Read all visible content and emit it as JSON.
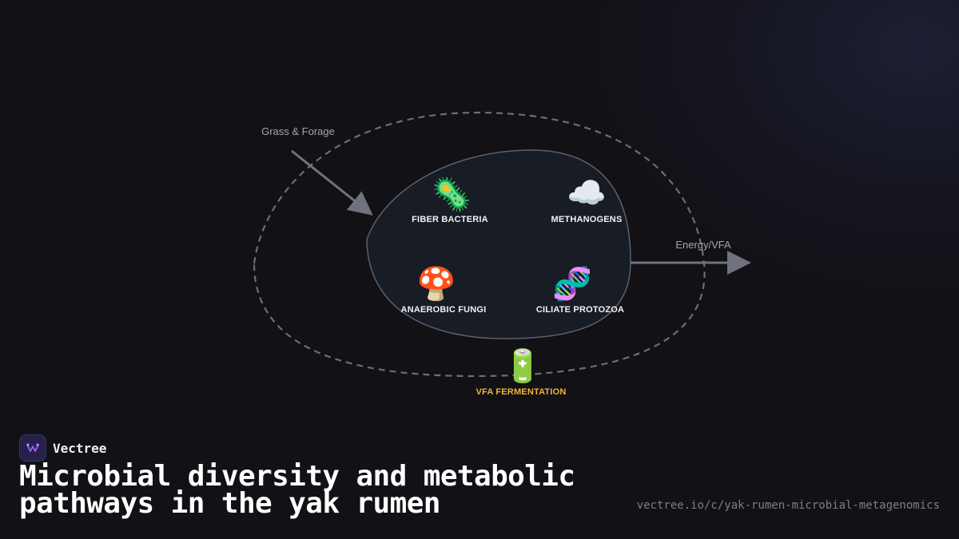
{
  "diagram": {
    "inputs": {
      "left_label": "Grass & Forage"
    },
    "outputs": {
      "right_label": "Energy/VFA"
    },
    "nodes": [
      {
        "label": "FIBER BACTERIA",
        "icon": "microbe-icon",
        "glyph": "🦠"
      },
      {
        "label": "METHANOGENS",
        "icon": "cloud-icon",
        "glyph": "☁️"
      },
      {
        "label": "ANAEROBIC FUNGI",
        "icon": "mushroom-icon",
        "glyph": "🍄"
      },
      {
        "label": "CILIATE PROTOZOA",
        "icon": "dna-icon",
        "glyph": "🧬"
      }
    ],
    "process": {
      "label": "VFA FERMENTATION",
      "icon": "battery-icon",
      "glyph": "🔋"
    },
    "colors": {
      "background": "#111116",
      "outer_boundary": "#6b6e78",
      "rumen_fill": "#181c25",
      "arrow": "#70737d",
      "process_label": "#f3b43a"
    }
  },
  "brand": {
    "name": "Vectree"
  },
  "title": "Microbial diversity and metabolic pathways in the yak rumen",
  "url": "vectree.io/c/yak-rumen-microbial-metagenomics"
}
